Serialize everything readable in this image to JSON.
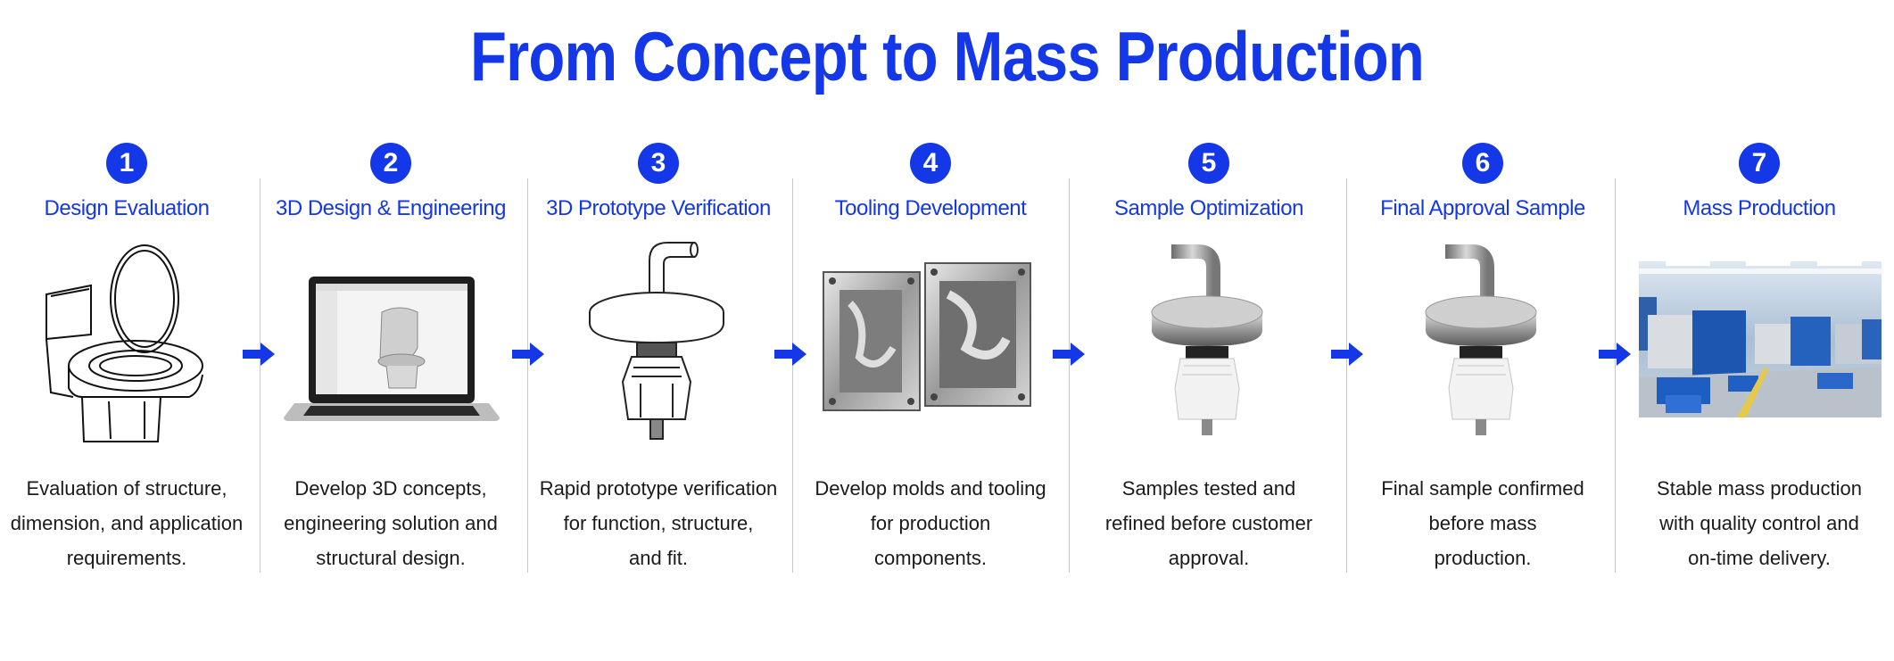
{
  "title": "From Concept to Mass Production",
  "colors": {
    "accent": "#1437e8",
    "text": "#1a1a1a",
    "divider": "#c9c9c9"
  },
  "steps": [
    {
      "number": "1",
      "title": "Design Evaluation",
      "icon": "toilet-sketch-icon",
      "desc": [
        "Evaluation of structure,",
        "dimension, and application",
        "requirements."
      ]
    },
    {
      "number": "2",
      "title": "3D Design & Engineering",
      "icon": "laptop-cad-icon",
      "desc": [
        "Develop 3D concepts,",
        "engineering solution and",
        "structural design."
      ]
    },
    {
      "number": "3",
      "title": "3D Prototype Verification",
      "icon": "prototype-part-icon",
      "desc": [
        "Rapid prototype verification",
        "for function, structure,",
        "and fit."
      ]
    },
    {
      "number": "4",
      "title": "Tooling Development",
      "icon": "mold-icon",
      "desc": [
        "Develop molds and tooling",
        "for production",
        "components."
      ]
    },
    {
      "number": "5",
      "title": "Sample Optimization",
      "icon": "sample-part-icon",
      "desc": [
        "Samples tested and",
        "refined before customer",
        "approval."
      ]
    },
    {
      "number": "6",
      "title": "Final Approval Sample",
      "icon": "final-part-icon",
      "desc": [
        "Final sample confirmed",
        "before mass",
        "production."
      ]
    },
    {
      "number": "7",
      "title": "Mass Production",
      "icon": "factory-photo-icon",
      "desc": [
        "Stable mass production",
        "with quality control and",
        "on-time delivery."
      ]
    }
  ]
}
